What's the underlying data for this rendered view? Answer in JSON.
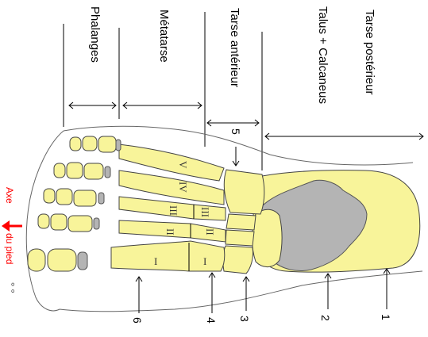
{
  "regions": {
    "phalanges": "Phalanges",
    "metatarse": "Métatarse",
    "tarse_anterieur": "Tarse antérieur",
    "talus_calcaneus": "Talus + Calcaneus",
    "tarse_posterieur": "Tarse postérieur"
  },
  "numbers": {
    "n1": "1",
    "n2": "2",
    "n3": "3",
    "n4": "4",
    "n5": "5",
    "n6": "6"
  },
  "roman": {
    "i1": "I",
    "i2": "I",
    "ii1": "II",
    "ii2": "II",
    "iii1": "III",
    "iii2": "III",
    "iv": "IV",
    "v": "V"
  },
  "axis": {
    "line1": "Axe",
    "line2": "du pied",
    "accent_color": "#ff0000"
  },
  "colors": {
    "bone": "#f8f49a",
    "grey_bone": "#b4b4b4"
  }
}
